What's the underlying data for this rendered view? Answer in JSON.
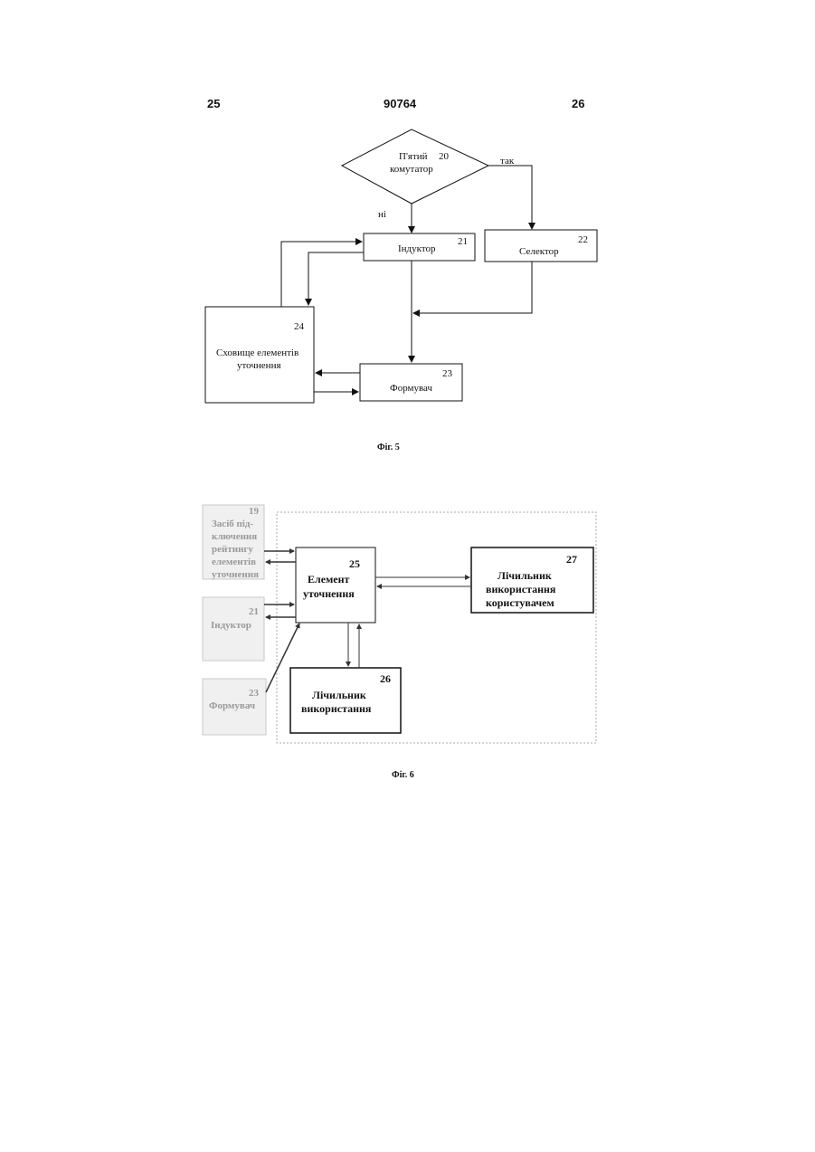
{
  "header": {
    "left_page": "25",
    "patent_number": "90764",
    "right_page": "26"
  },
  "fig5": {
    "caption": "Фіг. 5",
    "commutator": {
      "line1": "П'ятий",
      "number": "20",
      "line2": "комутатор"
    },
    "branch_yes": "так",
    "branch_no": "ні",
    "inductor": {
      "label": "Індуктор",
      "number": "21"
    },
    "selector": {
      "label": "Селектор",
      "number": "22"
    },
    "storage": {
      "line1": "Сховище елементів",
      "line2": "уточнення",
      "number": "24"
    },
    "former": {
      "label": "Формувач",
      "number": "23"
    }
  },
  "fig6": {
    "caption": "Фіг. 6",
    "rating_tool": {
      "number": "19",
      "lines": [
        "Засіб під-",
        "ключення",
        "рейтингу",
        "елементів",
        "уточнення"
      ]
    },
    "inductor": {
      "number": "21",
      "label": "Індуктор"
    },
    "former": {
      "number": "23",
      "label": "Формувач"
    },
    "refinement_element": {
      "number": "25",
      "line1": "Елемент",
      "line2": "уточнення"
    },
    "usage_counter": {
      "number": "26",
      "line1": "Лічильник",
      "line2": "використання"
    },
    "user_usage_counter": {
      "number": "27",
      "line1": "Лічильник",
      "line2": "використання",
      "line3": "користувачем"
    }
  }
}
